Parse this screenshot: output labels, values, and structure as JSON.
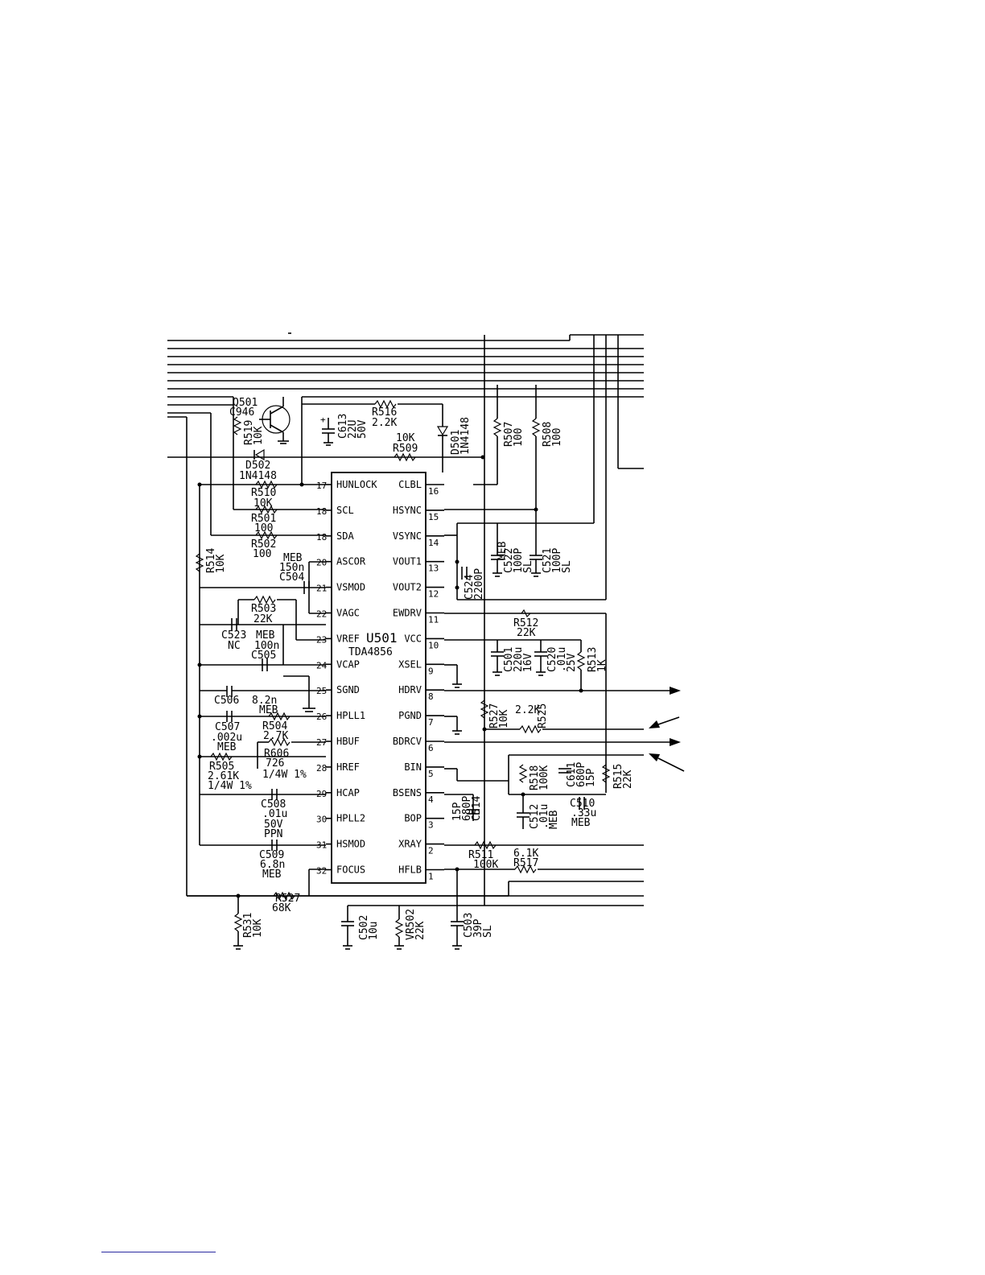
{
  "ic": {
    "ref": "U501",
    "part": "TDA4856"
  },
  "pins_left": [
    {
      "num": "17",
      "name": "HUNLOCK"
    },
    {
      "num": "18",
      "name": "SCL"
    },
    {
      "num": "18",
      "name": "SDA"
    },
    {
      "num": "20",
      "name": "ASCOR"
    },
    {
      "num": "21",
      "name": "VSMOD"
    },
    {
      "num": "22",
      "name": "VAGC"
    },
    {
      "num": "23",
      "name": "VREF"
    },
    {
      "num": "24",
      "name": "VCAP"
    },
    {
      "num": "25",
      "name": "SGND"
    },
    {
      "num": "26",
      "name": "HPLL1"
    },
    {
      "num": "27",
      "name": "HBUF"
    },
    {
      "num": "28",
      "name": "HREF"
    },
    {
      "num": "29",
      "name": "HCAP"
    },
    {
      "num": "30",
      "name": "HPLL2"
    },
    {
      "num": "31",
      "name": "HSMOD"
    },
    {
      "num": "32",
      "name": "FOCUS"
    }
  ],
  "pins_right": [
    {
      "num": "16",
      "name": "CLBL"
    },
    {
      "num": "15",
      "name": "HSYNC"
    },
    {
      "num": "14",
      "name": "VSYNC"
    },
    {
      "num": "13",
      "name": "VOUT1"
    },
    {
      "num": "12",
      "name": "VOUT2"
    },
    {
      "num": "11",
      "name": "EWDRV"
    },
    {
      "num": "10",
      "name": "VCC"
    },
    {
      "num": "9",
      "name": "XSEL"
    },
    {
      "num": "8",
      "name": "HDRV"
    },
    {
      "num": "7",
      "name": "PGND"
    },
    {
      "num": "6",
      "name": "BDRCV"
    },
    {
      "num": "5",
      "name": "BIN"
    },
    {
      "num": "4",
      "name": "BSENS"
    },
    {
      "num": "3",
      "name": "BOP"
    },
    {
      "num": "2",
      "name": "XRAY"
    },
    {
      "num": "1",
      "name": "HFLB"
    }
  ],
  "labels": {
    "q501": "Q501",
    "q501_type": "C946",
    "r519": "R519",
    "r519_val": "10K",
    "c613": "C613",
    "c613_val1": "22U",
    "c613_val2": "50V",
    "r516": "R516",
    "r516_val": "2.2K",
    "r509_val": "10K",
    "r509": "R509",
    "d501": "D501",
    "d501_type": "1N4148",
    "r507": "R507",
    "r507_val": "100",
    "r508": "R508",
    "r508_val": "100",
    "d502": "D502",
    "d502_type": "1N4148",
    "r510": "R510",
    "r510_val": "10K",
    "r501": "R501",
    "r501_val": "100",
    "r502": "R502",
    "r502_val": "100",
    "c504_meb": "MEB",
    "c504_val": "150n",
    "c504": "C504",
    "r514": "R514",
    "r514_val": "10K",
    "r503": "R503",
    "r503_val": "22K",
    "c523": "C523",
    "c523_meb": "MEB",
    "c523_nc": "NC",
    "c523_val": "100n",
    "c505": "C505",
    "c506": "C506",
    "c506_val": "8.2n",
    "c506_meb": "MEB",
    "c507": "C507",
    "c507_val": ".002u",
    "c507_meb": "MEB",
    "r504": "R504",
    "r504_val": "2.7K",
    "r606": "R606",
    "r606_val": "726",
    "r606_spec": "1/4W 1%",
    "r505": "R505",
    "r505_val": "2.61K",
    "r505_spec": "1/4W 1%",
    "c508": "C508",
    "c508_val": ".01u",
    "c508_v": "50V",
    "c508_ppn": "PPN",
    "c509": "C509",
    "c509_val": "6.8n",
    "c509_meb": "MEB",
    "r531": "R531",
    "r531_val": "10K",
    "r527": "R527",
    "r527_val": "68K",
    "c502": "C502",
    "c502_val": "10u",
    "vr502": "VR502",
    "vr502_val": "22K",
    "c503": "C503",
    "c503_val": "39P",
    "c503_sl": "SL",
    "c522": "C522",
    "c522_val": "100P",
    "c522_sl": "SL",
    "c521": "C521",
    "c521_val": "100P",
    "c521_sl": "SL",
    "c524": "C524",
    "c524_val": "2200P",
    "c524_meb": "MEB",
    "r512": "R512",
    "r512_val": "22K",
    "c501": "C501",
    "c501_val": "220u",
    "c501_v": "16V",
    "c520": "C520",
    "c520_val": ".01u",
    "c520_v": "25V",
    "r513": "R513",
    "r513_val": "1K",
    "r527b": "R527",
    "r527b_val": "10K",
    "r525_val": "2.2K",
    "r525": "R525",
    "r518": "R518",
    "r518_val": "100K",
    "c611": "C611",
    "c611_val": "680P",
    "c611_v": "15P",
    "r515": "R515",
    "r515_val": "22K",
    "c512": "C512",
    "c512_val": ".01u",
    "c512_meb": "MEB",
    "c510": "C510",
    "c510_val": ".33u",
    "c510_meb": "MEB",
    "c514": "C514",
    "c514_val": "680P",
    "c514_v": "15P",
    "r511": "R511",
    "r511_val": "100K",
    "r517_val": "6.1K",
    "r517": "R517"
  }
}
